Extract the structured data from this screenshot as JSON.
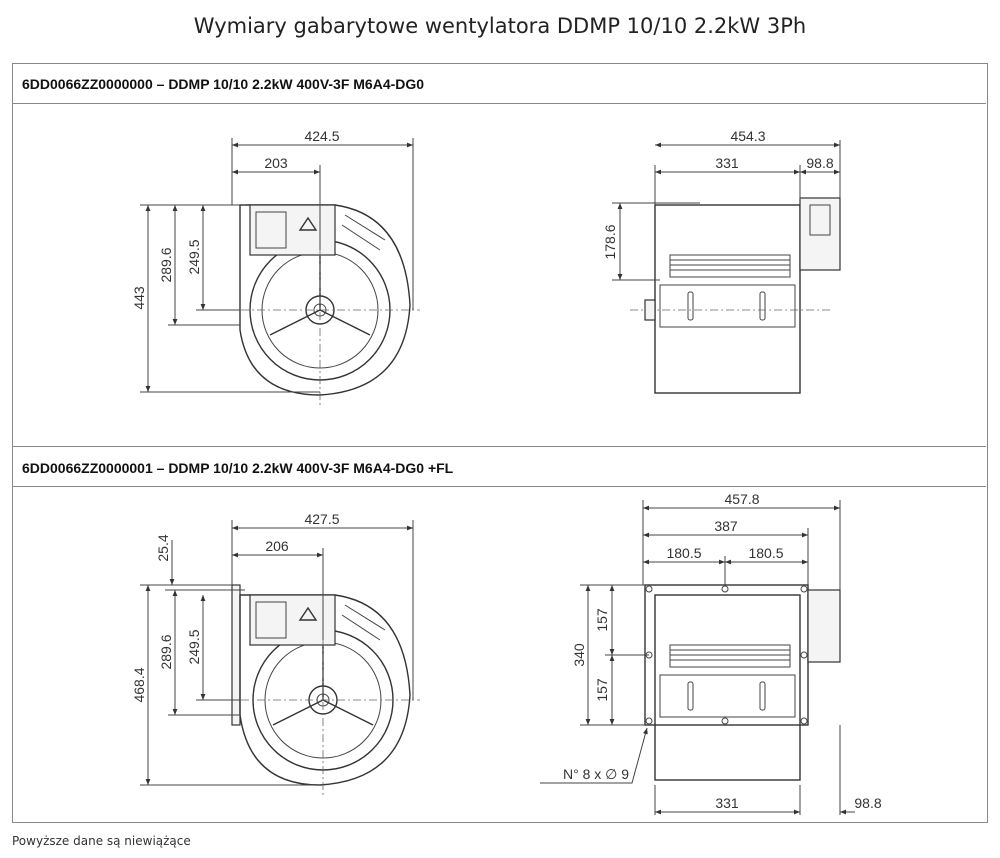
{
  "page_title": "Wymiary gabarytowe wentylatora DDMP 10/10 2.2kW 3Ph",
  "sections": [
    {
      "header": "6DD0066ZZ0000000 – DDMP 10/10 2.2kW 400V-3F M6A4-DG0",
      "front": {
        "width_total": "424.5",
        "width_partial": "203",
        "height_total": "443",
        "height_mid": "289.6",
        "height_inner": "249.5"
      },
      "side": {
        "width_total": "454.3",
        "width_body": "331",
        "width_motor": "98.8",
        "height_axis": "178.6"
      }
    },
    {
      "header": "6DD0066ZZ0000001 – DDMP 10/10 2.2kW 400V-3F M6A4-DG0 +FL",
      "front": {
        "top_offset": "25.4",
        "width_total": "427.5",
        "width_partial": "206",
        "height_total": "468.4",
        "height_mid": "289.6",
        "height_inner": "249.5"
      },
      "side": {
        "width_total": "457.8",
        "width_flange": "387",
        "half_left": "180.5",
        "half_right": "180.5",
        "height_flange": "340",
        "half_top": "157",
        "half_bottom": "157",
        "width_body": "331",
        "width_motor": "98.8",
        "holes_note": "N° 8 x ∅ 9"
      }
    }
  ],
  "footer_note": "Powyższe dane są niewiążące"
}
